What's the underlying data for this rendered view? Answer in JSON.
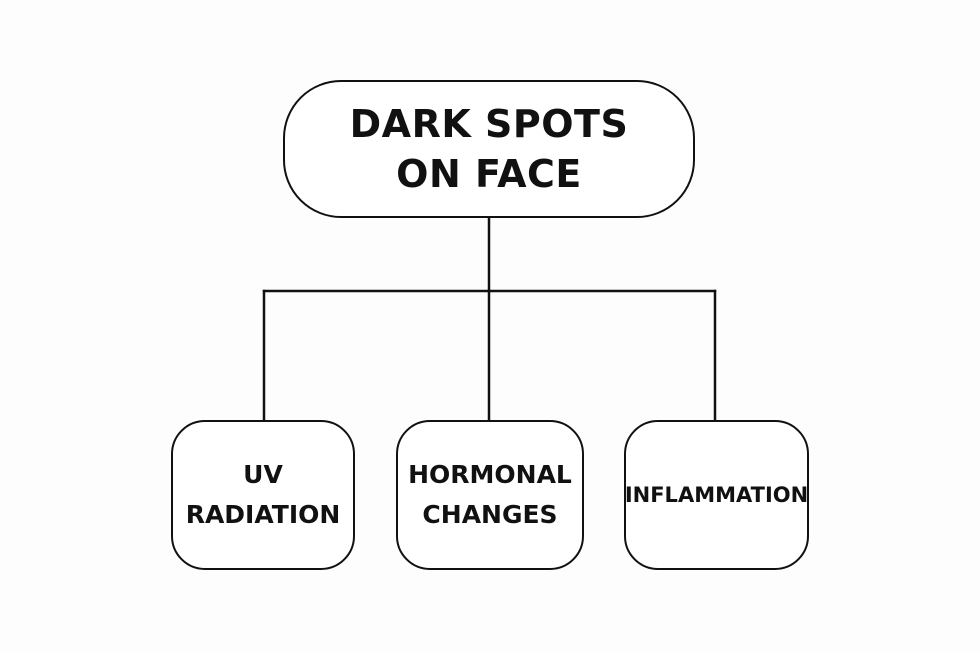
{
  "diagram": {
    "root": {
      "line1": "DARK SPOTS",
      "line2": "ON FACE"
    },
    "children": [
      {
        "line1": "UV",
        "line2": "RADIATION"
      },
      {
        "line1": "HORMONAL",
        "line2": "CHANGES"
      },
      {
        "line1": "INFLAMMATION"
      }
    ]
  },
  "colors": {
    "stroke": "#111111",
    "background": "#fdfdfd"
  }
}
